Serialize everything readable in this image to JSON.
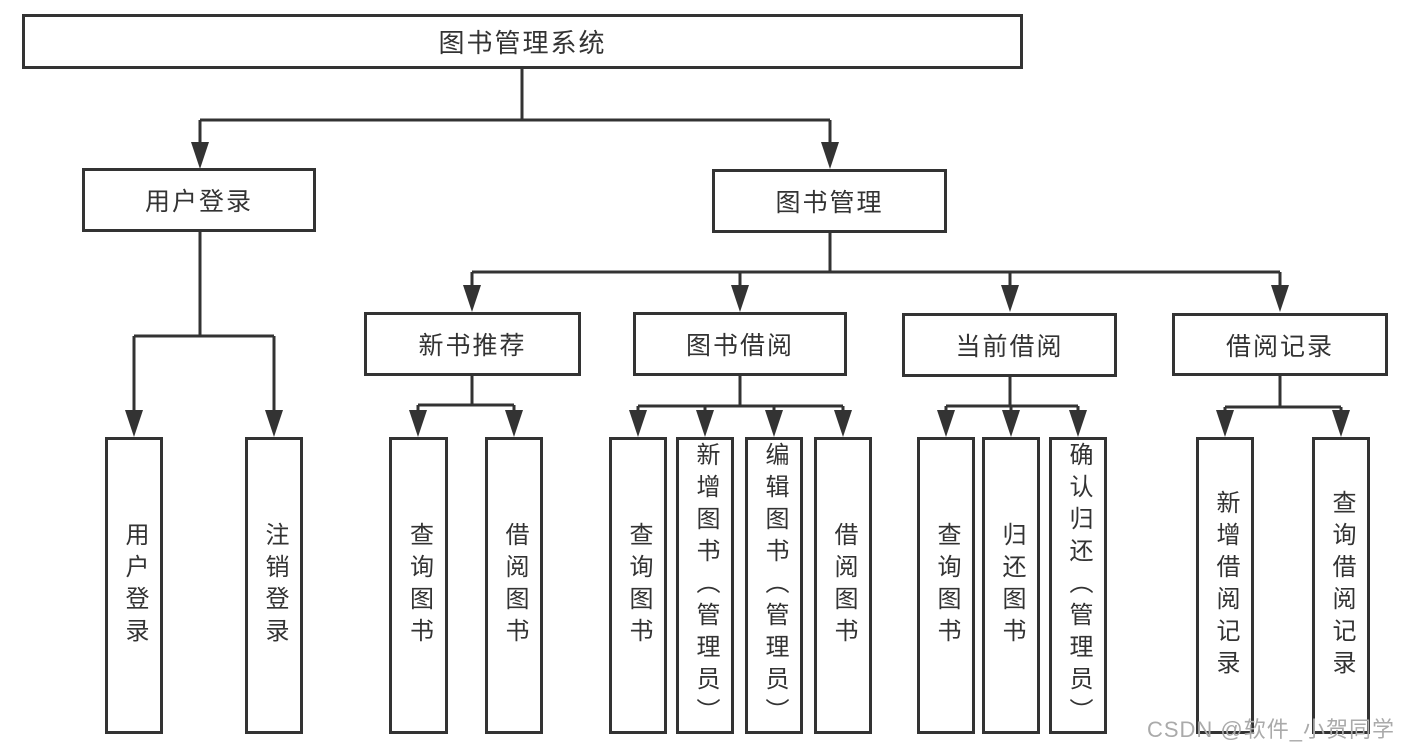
{
  "tree": {
    "label": "图书管理系统",
    "children": [
      {
        "label": "用户登录",
        "children": [
          {
            "label": "用户登录"
          },
          {
            "label": "注销登录"
          }
        ]
      },
      {
        "label": "图书管理",
        "children": [
          {
            "label": "新书推荐",
            "children": [
              {
                "label": "查询图书"
              },
              {
                "label": "借阅图书"
              }
            ]
          },
          {
            "label": "图书借阅",
            "children": [
              {
                "label": "查询图书"
              },
              {
                "label": "新增图书（管理员）"
              },
              {
                "label": "编辑图书（管理员）"
              },
              {
                "label": "借阅图书"
              }
            ]
          },
          {
            "label": "当前借阅",
            "children": [
              {
                "label": "查询图书"
              },
              {
                "label": "归还图书"
              },
              {
                "label": "确认归还（管理员）"
              }
            ]
          },
          {
            "label": "借阅记录",
            "children": [
              {
                "label": "新增借阅记录"
              },
              {
                "label": "查询借阅记录"
              }
            ]
          }
        ]
      }
    ]
  },
  "watermark": {
    "text": "CSDN @软件_小贺同学"
  },
  "colors": {
    "line": "#333333",
    "text": "#333333",
    "background": "#ffffff",
    "watermark": "#aaaaaa"
  }
}
